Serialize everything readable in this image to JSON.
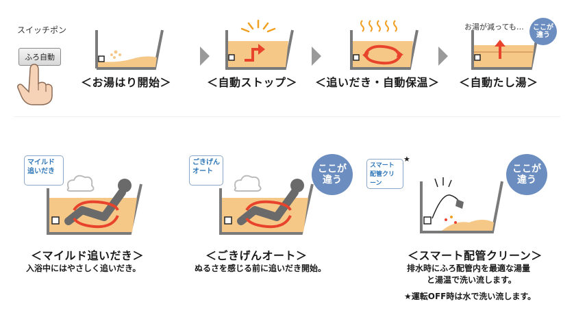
{
  "switch_label": "スイッチポン",
  "button_label": "ふろ自動",
  "steps": [
    {
      "caption": "＜お湯はり開始＞"
    },
    {
      "caption": "＜自動ストップ＞"
    },
    {
      "caption": "＜追いだき・自動保温＞"
    },
    {
      "caption": "＜自動たし湯＞",
      "note": "お湯が減っても…"
    }
  ],
  "badge_small": "ここが\n違う",
  "features": [
    {
      "tag": "マイルド\n追いだき",
      "caption": "＜マイルド追いだき＞",
      "desc": "入浴中にはやさしく追いだき。"
    },
    {
      "tag": "ごきげん\nオート",
      "caption": "＜ごきげんオート＞",
      "desc": "ぬるさを感じる前に追いだき開始。",
      "badge": "ここが\n違う"
    },
    {
      "tag": "スマート\n配管クリーン",
      "star": "★",
      "caption": "＜スマート配管クリーン＞",
      "desc_lines": [
        "排水時にふろ配管内を最適な湯量",
        "と湯温で洗い流します。"
      ],
      "badge": "ここが\n違う",
      "footnote": "★運転OFF時は水で洗い流します。"
    }
  ],
  "colors": {
    "water": "#f6c888",
    "tub": "#7a7a7a",
    "accent": "#e8432d",
    "badge": "#6b8dbf",
    "tag_text": "#2f77b8"
  }
}
